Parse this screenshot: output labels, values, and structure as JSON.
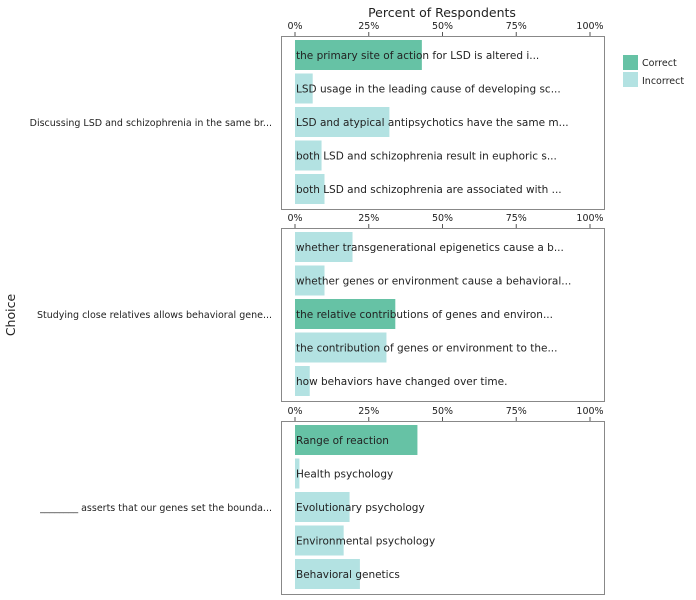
{
  "chart_data": {
    "type": "bar",
    "orientation": "horizontal",
    "title": "Percent of Respondents",
    "ylabel": "Choice",
    "xlim": [
      0,
      100
    ],
    "xticks": [
      "0%",
      "25%",
      "50%",
      "75%",
      "100%"
    ],
    "legend": {
      "placement": "right",
      "items": [
        {
          "label": "Correct",
          "color": "#66c2a5"
        },
        {
          "label": "Incorrect",
          "color": "#b3e2e2"
        }
      ]
    },
    "panels": [
      {
        "question": "Discussing LSD and schizophrenia in the same br...",
        "choices": [
          {
            "label": "the primary site of action for LSD is altered i...",
            "value": 43,
            "correct": true
          },
          {
            "label": "LSD usage in the leading cause of developing sc...",
            "value": 6,
            "correct": false
          },
          {
            "label": "LSD and atypical antipsychotics have the same m...",
            "value": 32,
            "correct": false
          },
          {
            "label": "both LSD and schizophrenia result in euphoric s...",
            "value": 9,
            "correct": false
          },
          {
            "label": "both LSD and schizophrenia are associated with ...",
            "value": 10,
            "correct": false
          }
        ]
      },
      {
        "question": "Studying close relatives allows behavioral gene...",
        "choices": [
          {
            "label": "whether transgenerational epigenetics cause a b...",
            "value": 19.5,
            "correct": false
          },
          {
            "label": "whether genes or environment cause a behavioral...",
            "value": 10,
            "correct": false
          },
          {
            "label": "the relative contributions of genes and environ...",
            "value": 34,
            "correct": true
          },
          {
            "label": "the contribution of genes or environment to the...",
            "value": 31,
            "correct": false
          },
          {
            "label": "how behaviors have changed over time.",
            "value": 5,
            "correct": false
          }
        ]
      },
      {
        "question": "________ asserts that our genes set the bounda...",
        "choices": [
          {
            "label": "Range of reaction",
            "value": 41.5,
            "correct": true
          },
          {
            "label": "Health psychology",
            "value": 1.5,
            "correct": false
          },
          {
            "label": "Evolutionary psychology",
            "value": 18.5,
            "correct": false
          },
          {
            "label": "Environmental psychology",
            "value": 16.5,
            "correct": false
          },
          {
            "label": "Behavioral genetics",
            "value": 22,
            "correct": false
          }
        ]
      }
    ]
  }
}
